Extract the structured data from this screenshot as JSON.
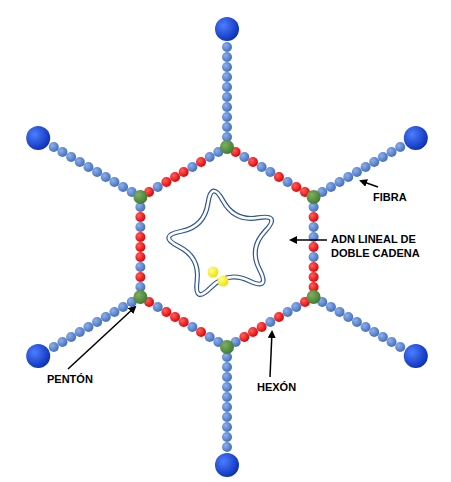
{
  "diagram": {
    "labels": [
      "FIBRA",
      "ADN LINEAL DE DOBLE CADENA",
      "PENTÓN",
      "HEXÓN"
    ]
  }
}
